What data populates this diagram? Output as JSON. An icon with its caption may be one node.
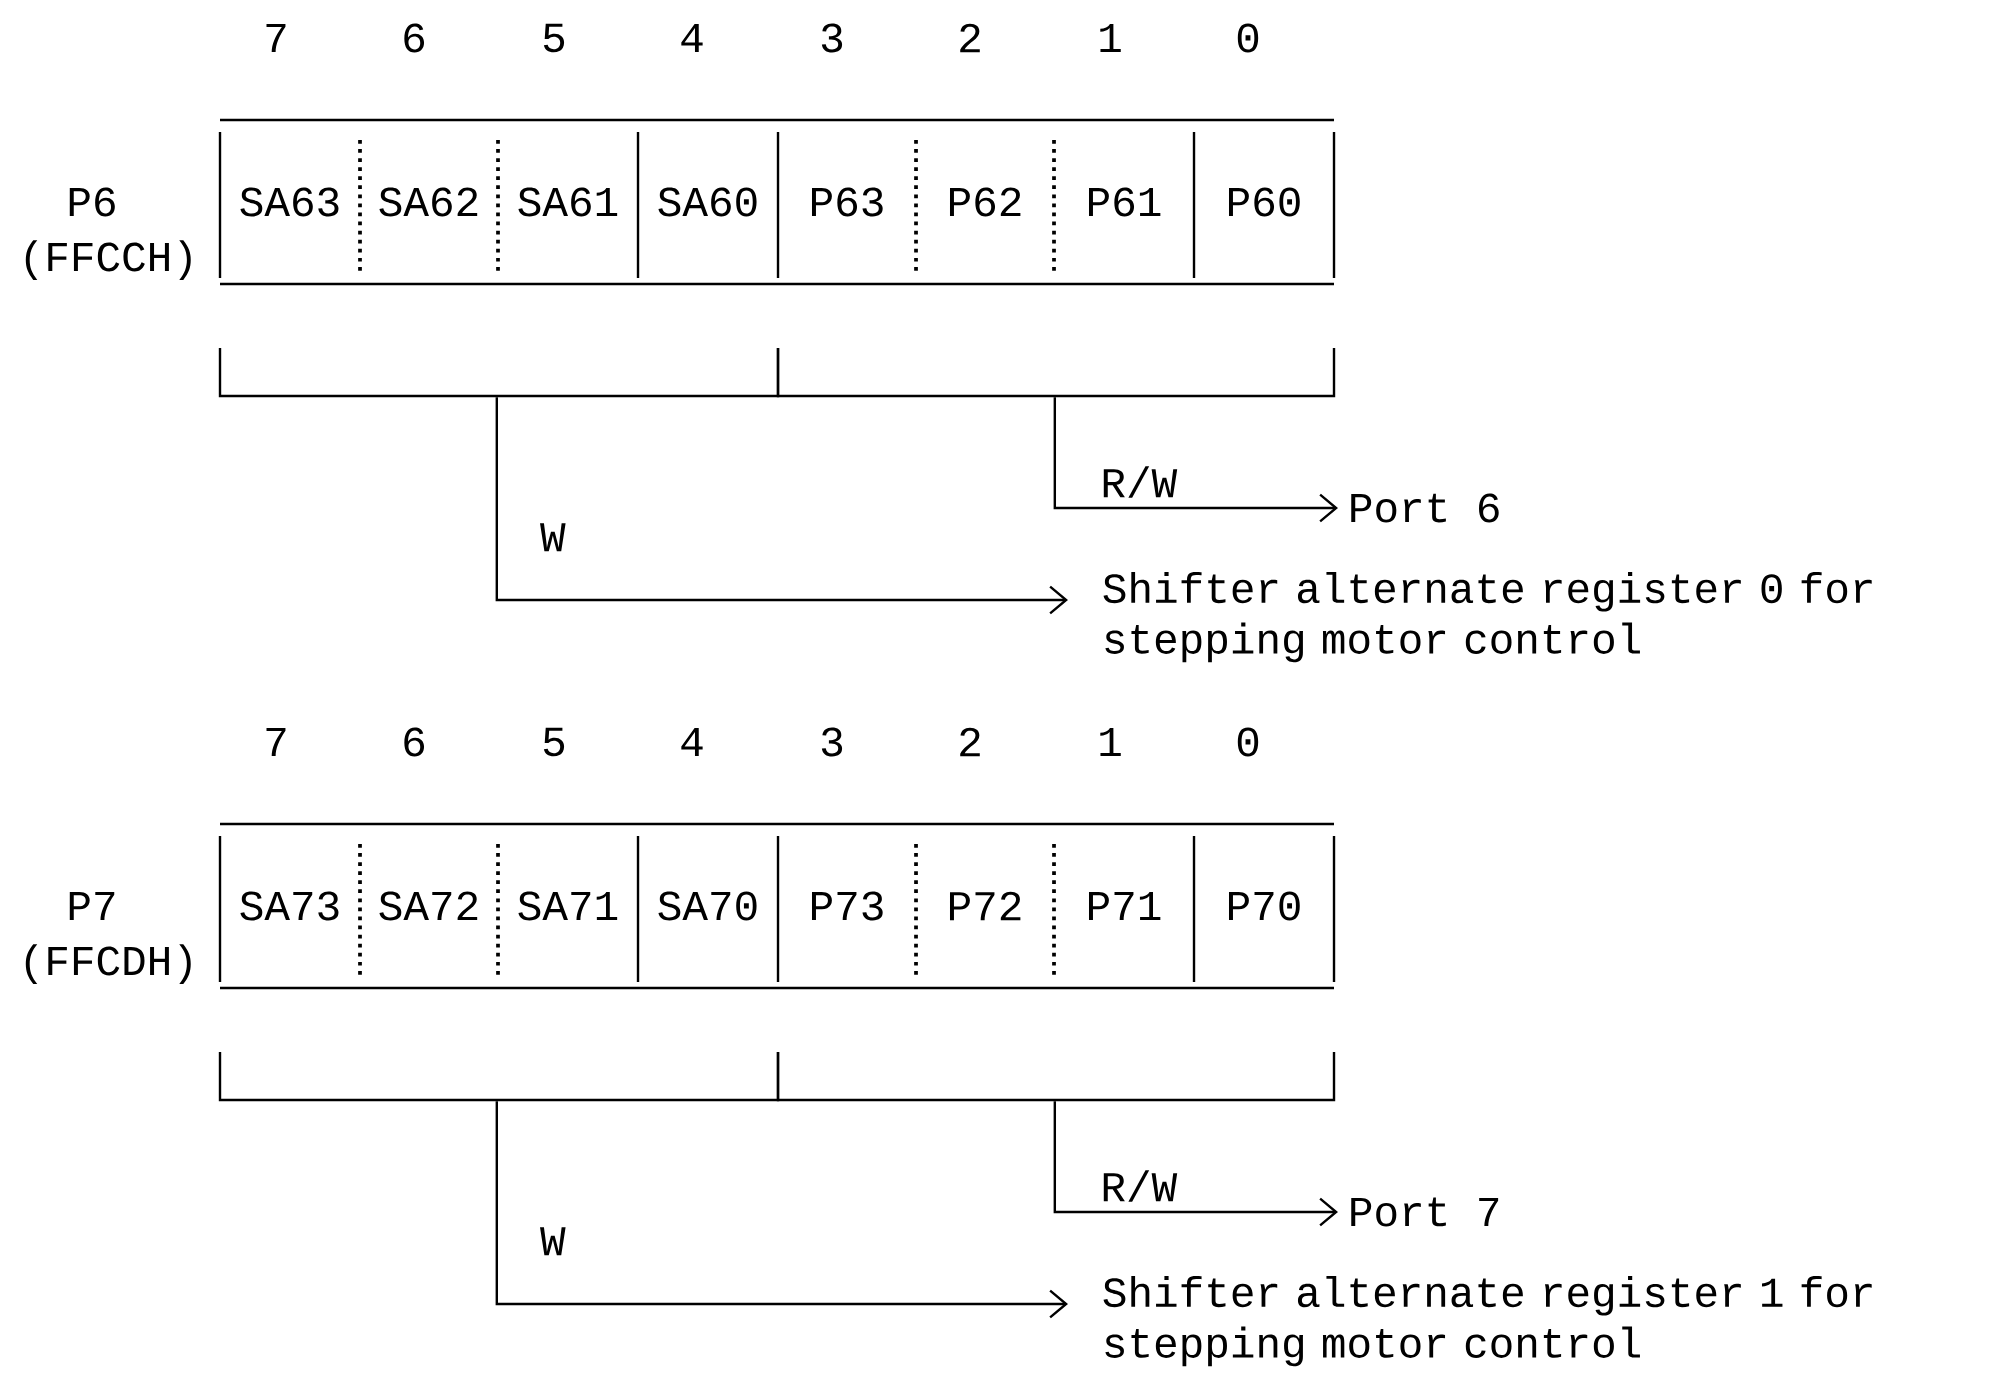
{
  "diagram": {
    "nodes": [
      {
        "text": [
          "SA63"
        ]
      },
      {
        "text": [
          "SA62"
        ]
      },
      {
        "text": [
          "SA61"
        ]
      },
      {
        "text": [
          "SA60"
        ]
      },
      {
        "text": [
          "P63"
        ]
      },
      {
        "text": [
          "P62"
        ]
      },
      {
        "text": [
          "P61"
        ]
      },
      {
        "text": [
          "P60"
        ]
      },
      {
        "text": [],
        "shape": "bar"
      },
      {
        "text": [],
        "shape": "bar"
      },
      {
        "text": [
          "Port 6"
        ]
      },
      {
        "text": [
          "Shifter alternate register 0 for stepping motor control"
        ]
      },
      {
        "text": [
          "SA73"
        ]
      },
      {
        "text": [
          "SA72"
        ]
      },
      {
        "text": [
          "SA71"
        ]
      },
      {
        "text": [
          "SA70"
        ]
      },
      {
        "text": [
          "P73"
        ]
      },
      {
        "text": [
          "P72"
        ]
      },
      {
        "text": [
          "P71"
        ]
      },
      {
        "text": [
          "P70"
        ]
      },
      {
        "text": [],
        "shape": "bar"
      },
      {
        "text": [],
        "shape": "bar"
      },
      {
        "text": [
          "Port 7"
        ]
      },
      {
        "text": [
          "Shifter alternate register 1 for stepping motor control"
        ]
      }
    ],
    "edges": [
      {
        "from": 9,
        "to": 10,
        "arrow": "to",
        "label": "R/W"
      },
      {
        "from": 8,
        "to": 11,
        "arrow": "to",
        "label": "W"
      },
      {
        "from": 21,
        "to": 22,
        "arrow": "to",
        "label": "R/W"
      },
      {
        "from": 20,
        "to": 23,
        "arrow": "to",
        "label": "W"
      }
    ],
    "labels": [
      "7",
      "6",
      "5",
      "4",
      "3",
      "2",
      "1",
      "0",
      "P6",
      "(FFCCH)",
      "7",
      "6",
      "5",
      "4",
      "3",
      "2",
      "1",
      "0",
      "P7",
      "(FFCDH)"
    ]
  }
}
